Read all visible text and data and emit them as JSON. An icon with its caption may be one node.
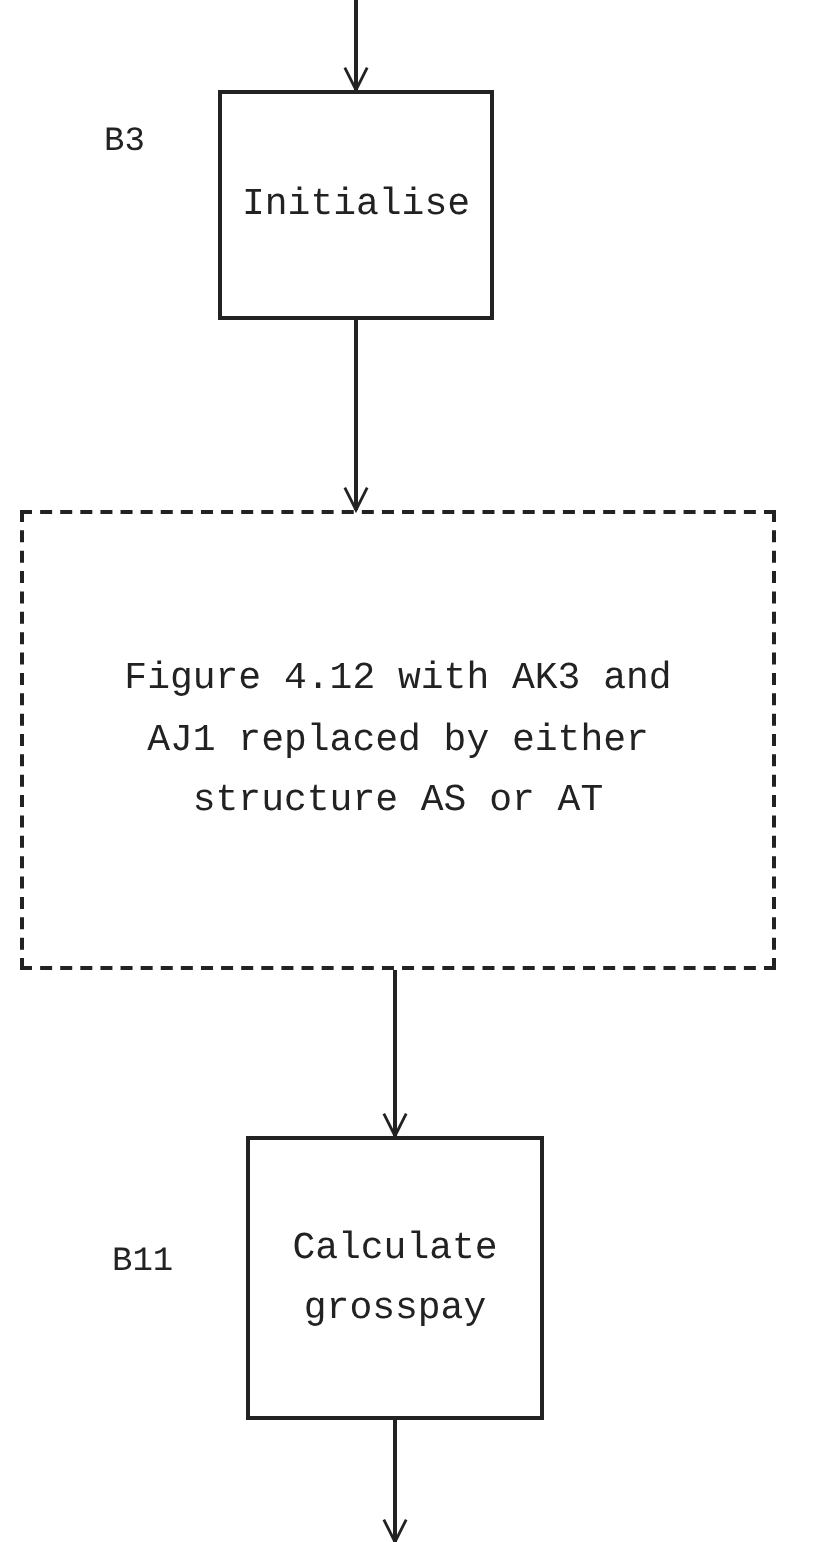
{
  "diagram": {
    "nodes": [
      {
        "text": [
          "Initialise"
        ],
        "beside": [
          "B3"
        ]
      },
      {
        "text": [
          "Figure 4.12 with AK3 and AJ1 replaced by either structure AS or AT"
        ]
      },
      {
        "text": [
          "Calculate grosspay"
        ],
        "beside": [
          "B11"
        ]
      }
    ],
    "edges": [
      {
        "from": null,
        "to": 0,
        "arrow": "to"
      },
      {
        "from": 0,
        "to": 1,
        "arrow": "to"
      },
      {
        "from": 1,
        "to": 2,
        "arrow": "to"
      },
      {
        "from": 2,
        "to": null,
        "arrow": "to"
      }
    ]
  }
}
